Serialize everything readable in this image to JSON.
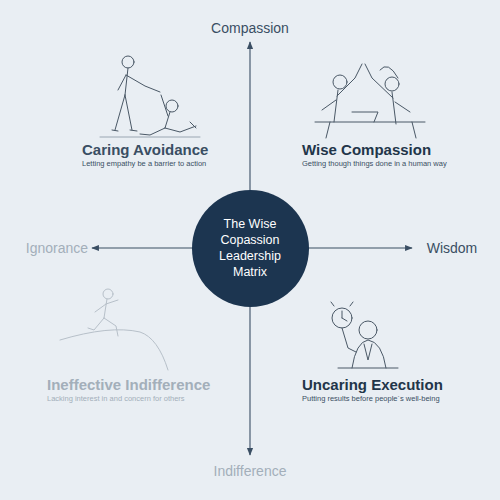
{
  "diagram": {
    "nodes": [
      {
        "text": [
          "The Wise Copassion Leadership Matrix"
        ]
      }
    ],
    "labels": [
      "Compassion",
      "Caring Avoidance",
      "Letting empathy be a barrier to action",
      "Wise Compassion",
      "Getting though things done in a human way",
      "Ignorance",
      "Wisdom",
      "Ineffective Indifference",
      "Lacking interest in and concern for others",
      "Uncaring Execution",
      "Putting results before people´s well-being",
      "Indifference"
    ]
  }
}
